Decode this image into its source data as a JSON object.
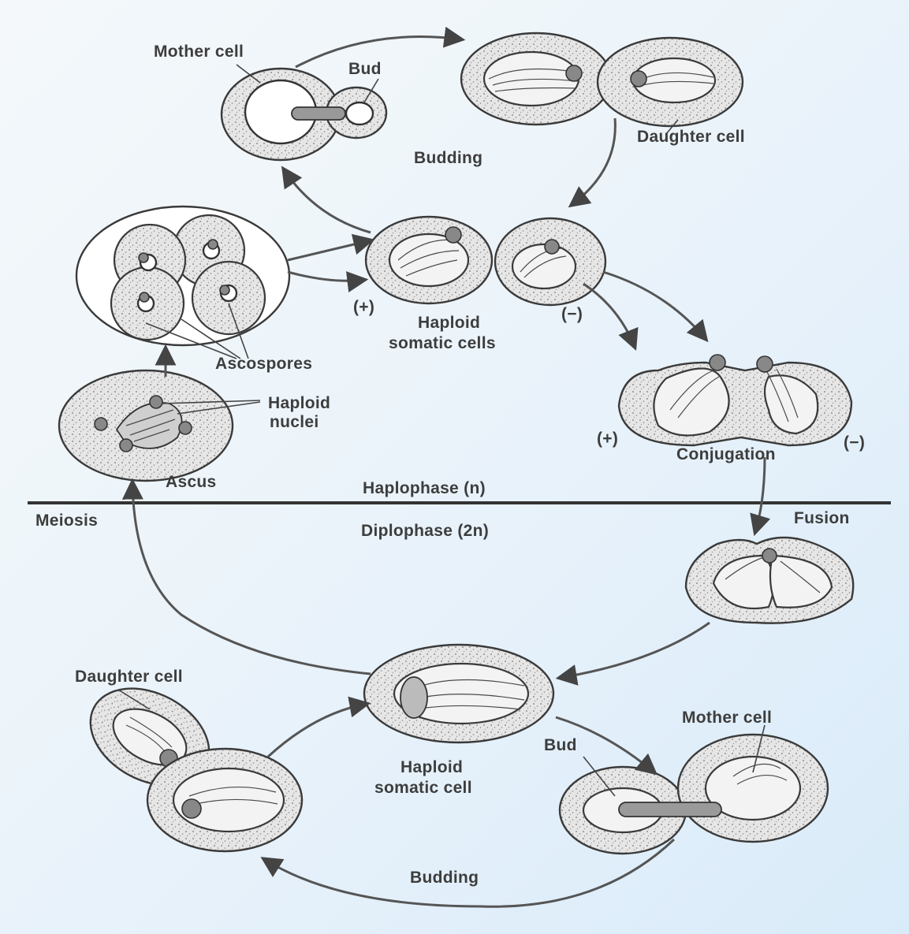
{
  "labels": {
    "mother_cell_top": "Mother cell",
    "bud_top": "Bud",
    "daughter_cell_top": "Daughter cell",
    "budding_top": "Budding",
    "ascospores": "Ascospores",
    "haploid_nuclei_1": "Haploid",
    "haploid_nuclei_2": "nuclei",
    "ascus": "Ascus",
    "plus_left": "(+)",
    "minus_mid": "(−)",
    "haploid_somatic_1": "Haploid",
    "haploid_somatic_2": "somatic cells",
    "plus_conj": "(+)",
    "minus_conj": "(−)",
    "conjugation": "Conjugation",
    "haplophase": "Haplophase (n)",
    "meiosis": "Meiosis",
    "diplophase": "Diplophase (2n)",
    "fusion": "Fusion",
    "daughter_cell_bottom": "Daughter cell",
    "mother_cell_bottom": "Mother cell",
    "bud_bottom": "Bud",
    "haploid_somatic_cell_1": "Haploid",
    "haploid_somatic_cell_2": "somatic cell",
    "budding_bottom": "Budding"
  }
}
